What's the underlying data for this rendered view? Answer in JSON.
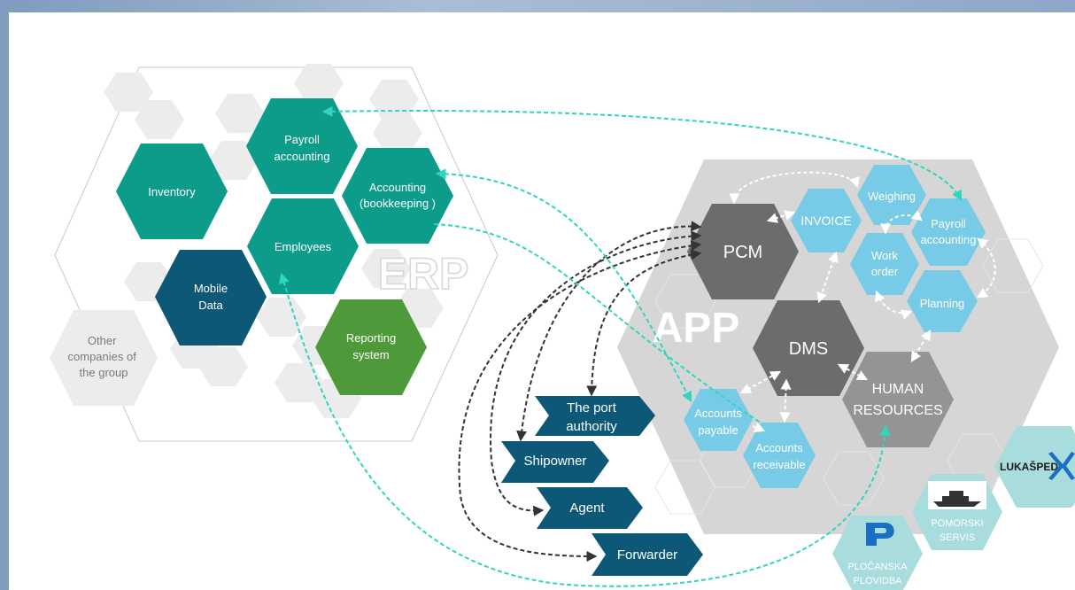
{
  "erp": {
    "title": "ERP",
    "nodes": {
      "payroll": [
        "Payroll",
        "accounting"
      ],
      "accounting": [
        "Accounting",
        "(bookkeeping  )"
      ],
      "inventory": "Inventory",
      "employees": "Employees",
      "mobile_data": [
        "Mobile",
        "Data"
      ],
      "reporting": [
        "Reporting",
        "system"
      ]
    },
    "other_companies": [
      "Other",
      "companies of",
      "the group"
    ]
  },
  "app": {
    "title": "APP",
    "nodes": {
      "pcm": "PCM",
      "invoice": "INVOICE",
      "weighing": "Weighing",
      "payroll": [
        "Payroll",
        "accounting"
      ],
      "work_order": [
        "Work",
        "order"
      ],
      "planning": "Planning",
      "dms": "DMS",
      "human_resources": [
        "HUMAN",
        "RESOURCES"
      ],
      "accounts_payable": [
        "Accounts",
        "payable"
      ],
      "accounts_receivable": [
        "Accounts",
        "receivable"
      ]
    }
  },
  "external": {
    "port_authority": [
      "The port",
      "authority"
    ],
    "shipowner": "Shipowner",
    "agent": "Agent",
    "forwarder": "Forwarder"
  },
  "companies": {
    "lukasped": "LUKAŠPED",
    "pomorski": [
      "POMORSKI",
      "SERVIS"
    ],
    "plocanska": [
      "PLOČANSKA",
      "PLOVIDBA"
    ]
  },
  "colors": {
    "teal": "#0e9c8a",
    "dark_blue": "#0d5876",
    "green": "#4e9a3b",
    "light_blue": "#78cbe6",
    "dark_grey": "#6c6c6c",
    "mid_grey": "#949494",
    "cyan_arrow": "#2fd6bd",
    "black_arrow": "#333333"
  }
}
